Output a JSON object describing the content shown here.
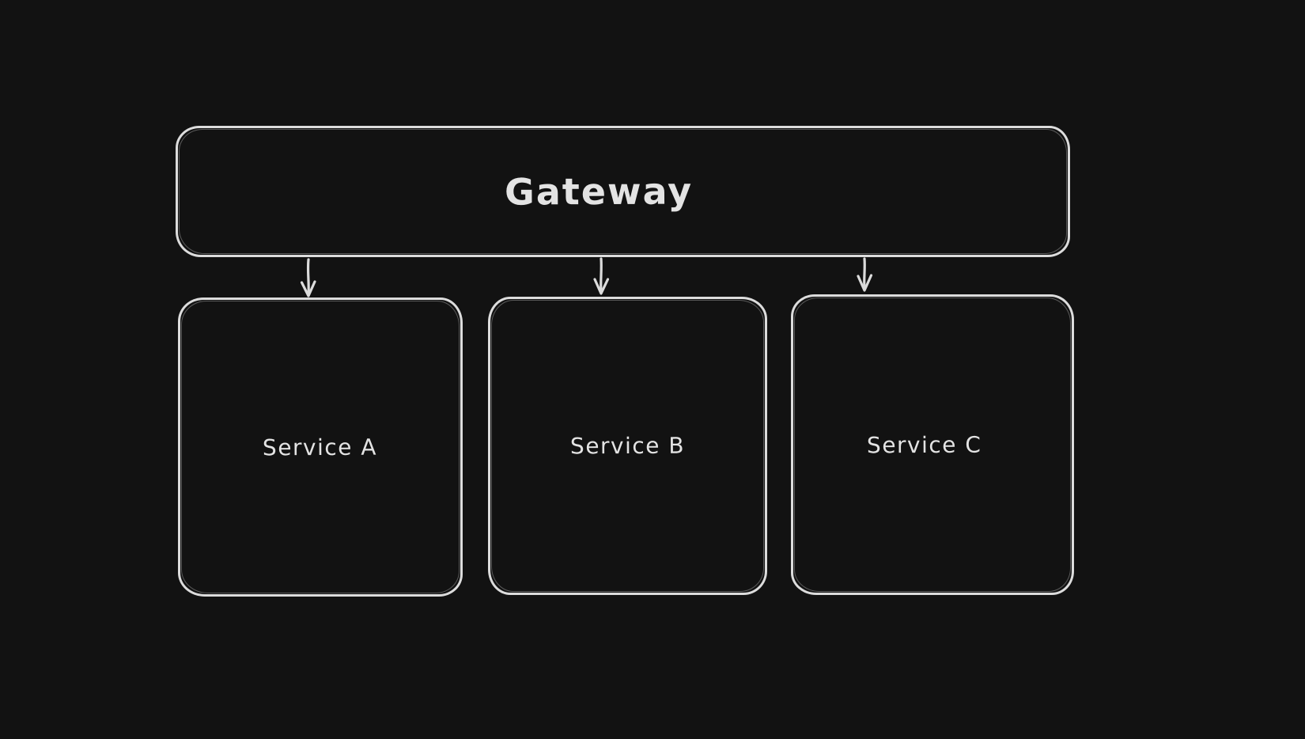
{
  "diagram": {
    "type": "flowchart",
    "style": "hand-drawn",
    "background_color": "#121212",
    "stroke_color": "#dcdcdc",
    "text_color": "#e3e3e3",
    "nodes": [
      {
        "id": "gateway",
        "label": "Gateway"
      },
      {
        "id": "service-a",
        "label": "Service A"
      },
      {
        "id": "service-b",
        "label": "Service B"
      },
      {
        "id": "service-c",
        "label": "Service C"
      }
    ],
    "edges": [
      {
        "from": "gateway",
        "to": "service-a",
        "type": "arrow-down"
      },
      {
        "from": "gateway",
        "to": "service-b",
        "type": "arrow-down"
      },
      {
        "from": "gateway",
        "to": "service-c",
        "type": "arrow-down"
      }
    ]
  }
}
